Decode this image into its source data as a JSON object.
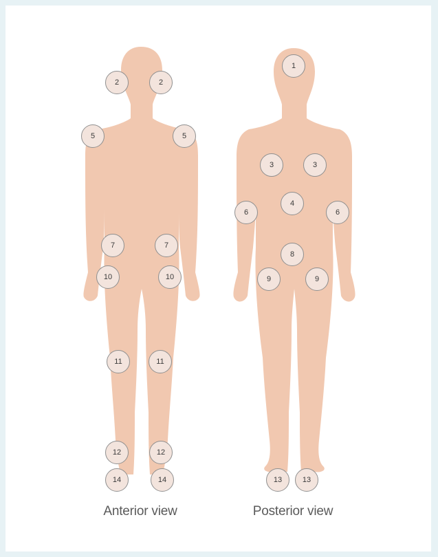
{
  "colors": {
    "body_fill": "#f1c8b0",
    "marker_border": "#8f8f8f",
    "marker_fill": "#f3e4dd",
    "frame": "#e7f2f5"
  },
  "anterior": {
    "caption": "Anterior view",
    "markers": [
      "2",
      "2",
      "5",
      "5",
      "7",
      "7",
      "10",
      "10",
      "11",
      "11",
      "12",
      "12",
      "14",
      "14"
    ]
  },
  "posterior": {
    "caption": "Posterior view",
    "markers": [
      "1",
      "3",
      "3",
      "4",
      "6",
      "6",
      "8",
      "9",
      "9",
      "13",
      "13"
    ]
  }
}
